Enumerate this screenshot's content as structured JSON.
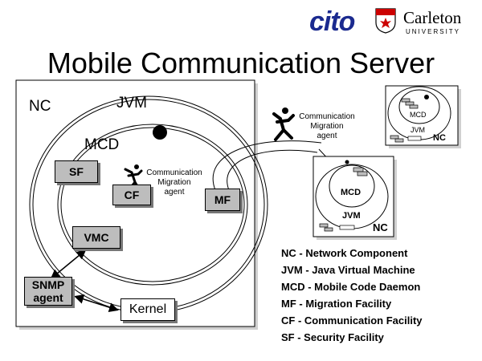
{
  "header": {
    "logo_cito": "cito",
    "logo_carleton": "Carleton",
    "logo_university": "UNIVERSITY",
    "title": "Mobile Communication Server"
  },
  "main_node": {
    "nc": "NC",
    "jvm": "JVM",
    "mcd": "MCD",
    "sf": "SF",
    "cf": "CF",
    "mf": "MF",
    "vmc": "VMC",
    "snmp_line1": "SNMP",
    "snmp_line2": "agent",
    "kernel": "Kernel",
    "agent_line1": "Communication",
    "agent_line2": "Migration",
    "agent_line3": "agent"
  },
  "migrating_agent": {
    "line1": "Communication",
    "line2": "Migration",
    "line3": "agent"
  },
  "remote_node_1": {
    "mcd": "MCD",
    "jvm": "JVM",
    "nc": "NC"
  },
  "remote_node_2": {
    "mcd": "MCD",
    "jvm": "JVM",
    "nc": "NC"
  },
  "legend": [
    "NC - Network Component",
    "JVM - Java Virtual Machine",
    "MCD - Mobile Code Daemon",
    "MF - Migration Facility",
    "CF - Communication Facility",
    "SF - Security Facility"
  ],
  "colors": {
    "box_fill": "#bdbdbd",
    "shadow": "#777777",
    "logo_blue": "#1b2a8f",
    "crest_red": "#cc0000"
  }
}
